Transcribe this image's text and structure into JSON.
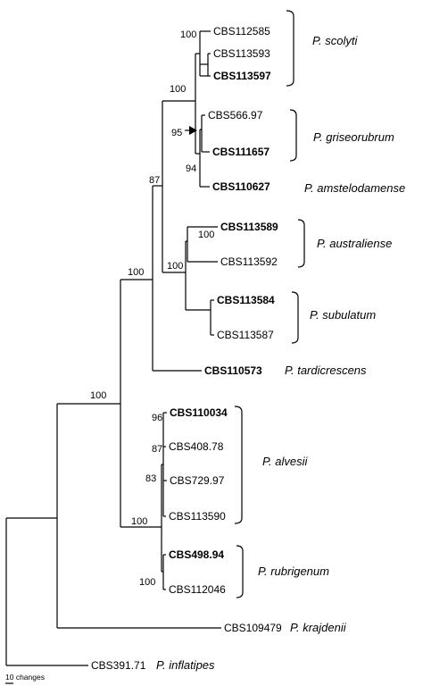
{
  "tree": {
    "taxa": [
      {
        "id": "t_cbs112585",
        "label": "CBS112585",
        "bold": false
      },
      {
        "id": "t_cbs113593",
        "label": "CBS113593",
        "bold": false
      },
      {
        "id": "t_cbs113597",
        "label": "CBS113597",
        "bold": true
      },
      {
        "id": "t_cbs56697",
        "label": "CBS566.97",
        "bold": false
      },
      {
        "id": "t_cbs111657",
        "label": "CBS111657",
        "bold": true
      },
      {
        "id": "t_cbs110627",
        "label": "CBS110627",
        "bold": true
      },
      {
        "id": "t_cbs113589",
        "label": "CBS113589",
        "bold": true
      },
      {
        "id": "t_cbs113592",
        "label": "CBS113592",
        "bold": false
      },
      {
        "id": "t_cbs113584",
        "label": "CBS113584",
        "bold": true
      },
      {
        "id": "t_cbs113587",
        "label": "CBS113587",
        "bold": false
      },
      {
        "id": "t_cbs110573",
        "label": "CBS110573",
        "bold": true
      },
      {
        "id": "t_cbs110034",
        "label": "CBS110034",
        "bold": true
      },
      {
        "id": "t_cbs40878",
        "label": "CBS408.78",
        "bold": false
      },
      {
        "id": "t_cbs72997",
        "label": "CBS729.97",
        "bold": false
      },
      {
        "id": "t_cbs113590",
        "label": "CBS113590",
        "bold": false
      },
      {
        "id": "t_cbs49894",
        "label": "CBS498.94",
        "bold": true
      },
      {
        "id": "t_cbs112046",
        "label": "CBS112046",
        "bold": false
      },
      {
        "id": "t_cbs109479",
        "label": "CBS109479",
        "bold": false
      },
      {
        "id": "t_cbs39171",
        "label": "CBS391.71",
        "bold": false
      }
    ],
    "support_values": [
      "100",
      "100",
      "95",
      "94",
      "87",
      "100",
      "100",
      "100",
      "100",
      "96",
      "87",
      "83",
      "100",
      "100"
    ],
    "species": [
      {
        "id": "sp_scolyti",
        "label": "P. scolyti"
      },
      {
        "id": "sp_griseorubrum",
        "label": "P. griseorubrum"
      },
      {
        "id": "sp_amstelodamense",
        "label": "P. amstelodamense"
      },
      {
        "id": "sp_australiense",
        "label": "P. australiense"
      },
      {
        "id": "sp_subulatum",
        "label": "P. subulatum"
      },
      {
        "id": "sp_tardicrescens",
        "label": "P. tardicrescens"
      },
      {
        "id": "sp_alvesii",
        "label": "P. alvesii"
      },
      {
        "id": "sp_rubrigenum",
        "label": "P. rubrigenum"
      },
      {
        "id": "sp_krajdenii",
        "label": "P. krajdenii"
      },
      {
        "id": "sp_inflatipes",
        "label": "P. inflatipes"
      }
    ],
    "scale": {
      "label": "10 changes"
    },
    "line_color": "#000000"
  }
}
